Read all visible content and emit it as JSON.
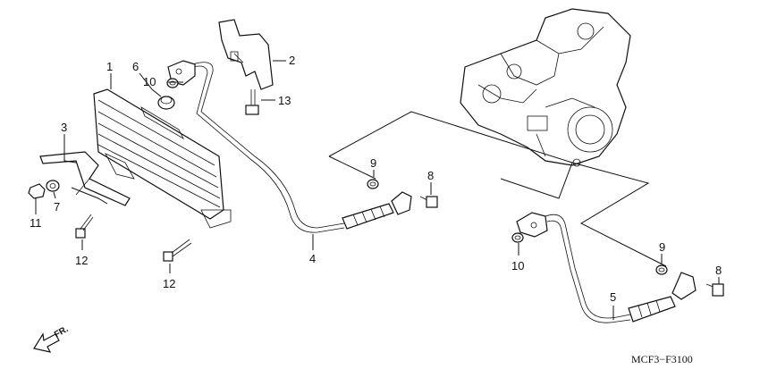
{
  "callouts": [
    {
      "id": "c1",
      "text": "1"
    },
    {
      "id": "c2",
      "text": "2"
    },
    {
      "id": "c3",
      "text": "3"
    },
    {
      "id": "c4",
      "text": "4"
    },
    {
      "id": "c5",
      "text": "5"
    },
    {
      "id": "c6",
      "text": "6"
    },
    {
      "id": "c7",
      "text": "7"
    },
    {
      "id": "c8a",
      "text": "8"
    },
    {
      "id": "c8b",
      "text": "8"
    },
    {
      "id": "c9a",
      "text": "9"
    },
    {
      "id": "c9b",
      "text": "9"
    },
    {
      "id": "c10a",
      "text": "10"
    },
    {
      "id": "c10b",
      "text": "10"
    },
    {
      "id": "c11",
      "text": "11"
    },
    {
      "id": "c12a",
      "text": "12"
    },
    {
      "id": "c12b",
      "text": "12"
    },
    {
      "id": "c13",
      "text": "13"
    }
  ],
  "direction_label": "FR.",
  "drawing_code": "MCF3−F3100"
}
